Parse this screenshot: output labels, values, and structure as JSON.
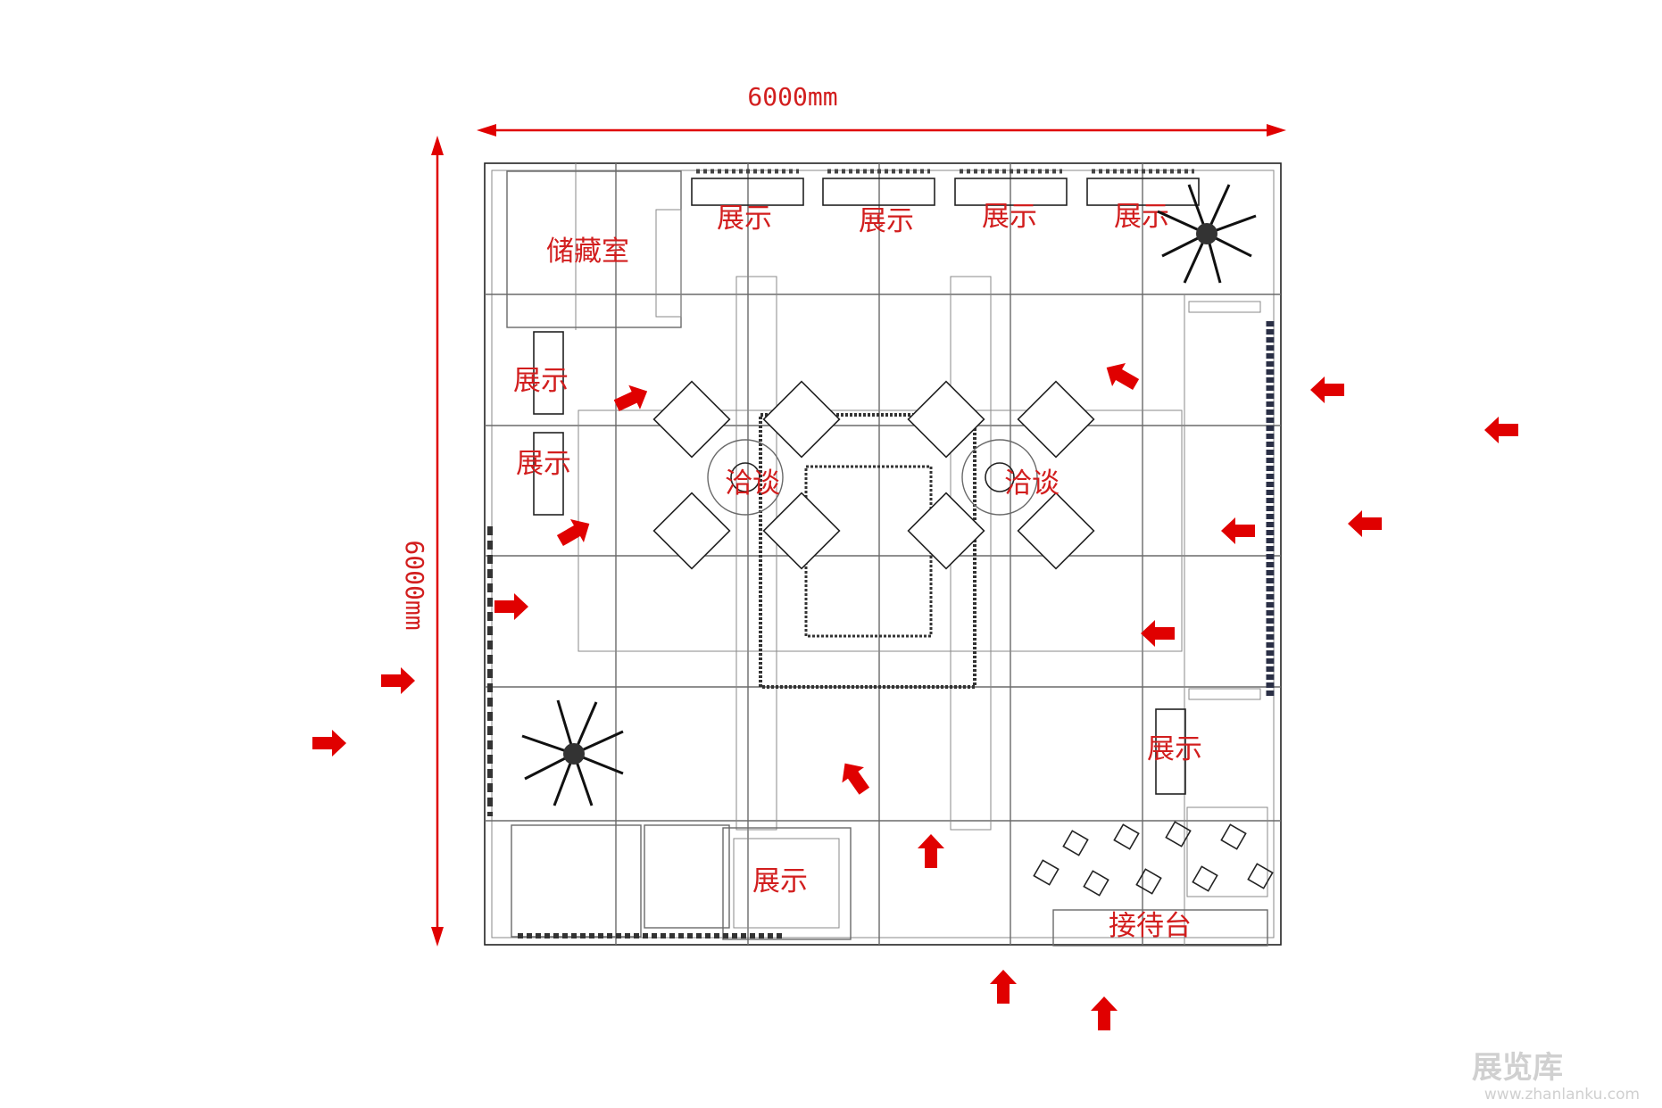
{
  "dimensions": {
    "width": "6000mm",
    "height": "6000mm"
  },
  "rooms": {
    "storage": "储藏室",
    "display": "展示",
    "negotiation": "洽谈",
    "reception": "接待台"
  },
  "watermark": {
    "title": "展览库",
    "url": "www.zhanlanku.com"
  },
  "colors": {
    "annotation": "#d21e1e",
    "arrow": "#e00000",
    "linework": "#6a6a6a"
  }
}
